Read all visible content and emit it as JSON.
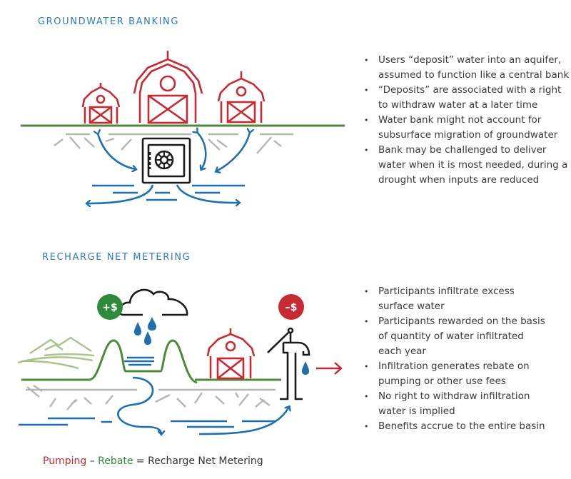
{
  "sections": [
    {
      "title": "GROUNDWATER BANKING",
      "bullets": [
        "Users “deposit” water into an aquifer, assumed to function like a central bank",
        "“Deposits” are associated with a right to withdraw water at a later time",
        "Water bank might not account for subsurface migration of groundwater",
        "Bank may be challenged to deliver water when it is most needed, during a drought when inputs are reduced"
      ],
      "illustration": {
        "icons": [
          "barn-icon",
          "barn-icon",
          "barn-icon",
          "safe-icon",
          "two-way-arrow-icon"
        ]
      }
    },
    {
      "title": "RECHARGE NET METERING",
      "bullets": [
        "Participants infiltrate excess surface water",
        "Participants rewarded on the basis of quantity of water infiltrated each year",
        "Infiltration generates rebate on pumping or other use fees",
        "No right to withdraw infiltration water is implied",
        "Benefits accrue to the entire basin"
      ],
      "illustration": {
        "rebate_badge": "+$",
        "fee_badge": "–$",
        "icons": [
          "cloud-icon",
          "raindrop-icon",
          "mountains-icon",
          "barn-icon",
          "hand-pump-icon",
          "arrow-right-icon"
        ]
      }
    }
  ],
  "formula": {
    "term1": "Pumping",
    "op1": " – ",
    "term2": "Rebate",
    "op2": " = ",
    "result": "Recharge Net Metering"
  },
  "colors": {
    "title_blue": "#2e7bb8",
    "barn_red": "#c62a33",
    "ground_green": "#4f8a3a",
    "water_blue": "#1f6fae",
    "soil_gray": "#b5b5b5",
    "rebate_green": "#2e8b3e"
  }
}
